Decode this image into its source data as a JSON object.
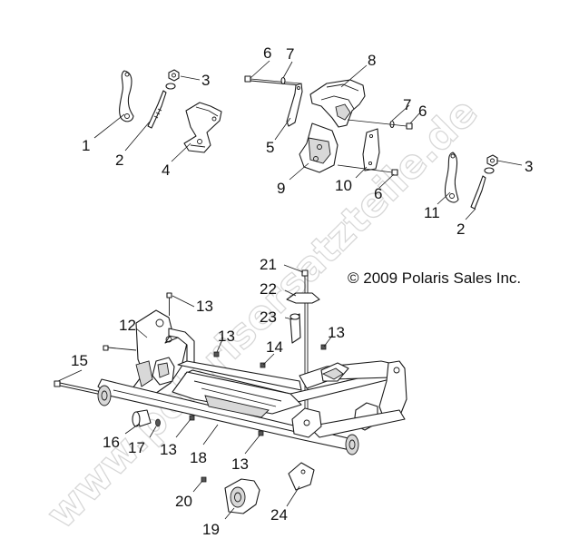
{
  "copyright": "© 2009 Polaris Sales Inc.",
  "watermark": "www.polarisersatzteile.de",
  "callouts": {
    "c1": "1",
    "c2a": "2",
    "c3a": "3",
    "c4": "4",
    "c5": "5",
    "c6a": "6",
    "c7a": "7",
    "c8": "8",
    "c7b": "7",
    "c6b": "6",
    "c9": "9",
    "c10": "10",
    "c6c": "6",
    "c11": "11",
    "c2b": "2",
    "c3b": "3",
    "c21": "21",
    "c22": "22",
    "c23": "23",
    "c13a": "13",
    "c12": "12",
    "c13b": "13",
    "c14": "14",
    "c13c": "13",
    "c15": "15",
    "c16": "16",
    "c17": "17",
    "c13d": "13",
    "c18": "18",
    "c13e": "13",
    "c20": "20",
    "c19": "19",
    "c24": "24"
  }
}
